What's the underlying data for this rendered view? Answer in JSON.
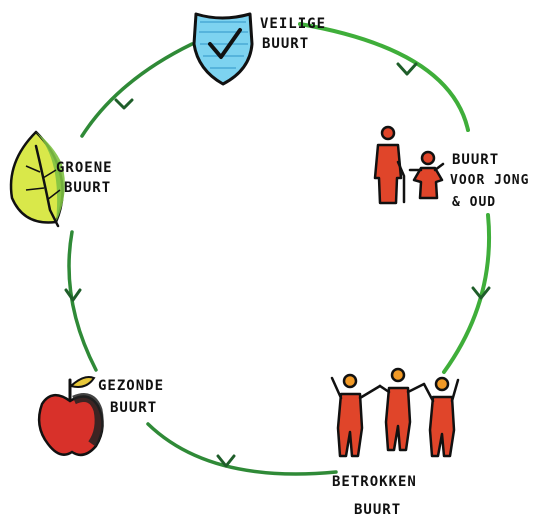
{
  "colors": {
    "arrow_green": "#3fae3a",
    "arrow_dark": "#1f5e2a",
    "ink": "#111111",
    "shield_blue": "#7dd3f0",
    "leaf_yellow": "#d9e84a",
    "leaf_green": "#7ec242",
    "apple_red": "#d8312a",
    "person_red": "#e0452a",
    "person_orange": "#f29a26"
  },
  "nodes": {
    "veilige": {
      "line1": "VEILIGE",
      "line2": "BUURT",
      "icon": "shield-check-icon"
    },
    "jongoud": {
      "line1": "BUURT",
      "line2": "VOOR JONG",
      "line3": "& OUD",
      "icon": "old-man-and-child-icon"
    },
    "betrokken": {
      "line1": "BETROKKEN",
      "line2": "BUURT",
      "icon": "three-people-holding-hands-icon"
    },
    "gezonde": {
      "line1": "GEZONDE",
      "line2": "BUURT",
      "icon": "apple-icon"
    },
    "groene": {
      "line1": "GROENE",
      "line2": "BUURT",
      "icon": "leaf-icon"
    }
  }
}
